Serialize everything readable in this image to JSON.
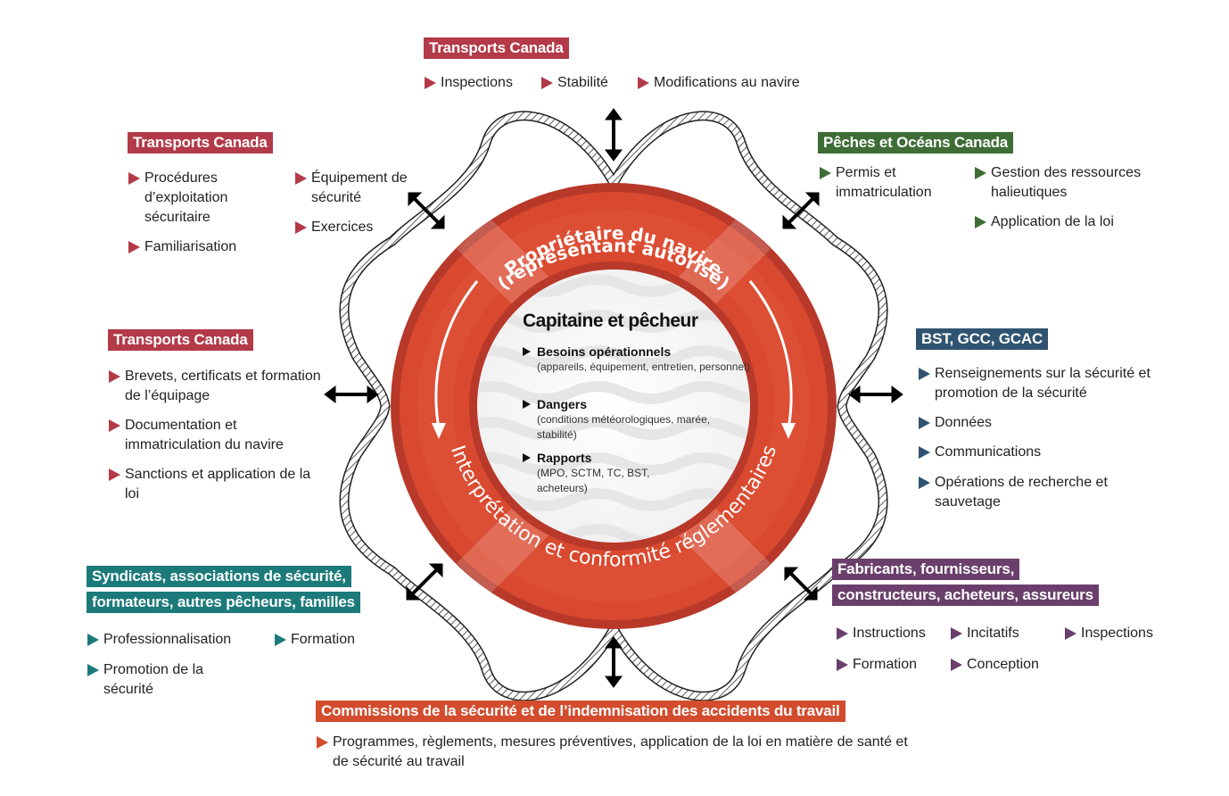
{
  "colors": {
    "transport_red": "#b33a48",
    "dfo_green": "#3e6d36",
    "bst_navy": "#2f5370",
    "union_teal": "#1c7a7a",
    "maker_purple": "#6a3f6b",
    "wsib_orange": "#d24c2d",
    "ring_red": "#d9492f",
    "ring_dark": "#b8392a"
  },
  "ring": {
    "outer_label": "Propriétaire du navire (représentant autorisé)",
    "outer_label_line1": "Propriétaire du navire",
    "outer_label_line2": "(représentant autorisé)",
    "bottom_label": "Interprétation et conformité réglementaires"
  },
  "center": {
    "title": "Capitaine et pêcheur",
    "items": [
      {
        "head": "Besoins opérationnels",
        "detail": "(appareils, équipement, entretien, personnel)"
      },
      {
        "head": "Dangers",
        "detail": "(conditions météorologiques, marée, stabilité)"
      },
      {
        "head": "Rapports",
        "detail": "(MPO, SCTM, TC, BST, acheteurs)"
      }
    ]
  },
  "groups": {
    "top": {
      "title": "Transports Canada",
      "items": [
        "Inspections",
        "Stabilité",
        "Modifications au navire"
      ]
    },
    "top_left": {
      "title": "Transports Canada",
      "items": [
        "Procédures d’exploitation sécuritaire",
        "Familiarisation",
        "Équipement de sécurité",
        "Exercices"
      ]
    },
    "top_right": {
      "title": "Pêches et Océans Canada",
      "items": [
        "Permis et immatriculation",
        "Gestion des ressources halieutiques",
        "Application de la loi"
      ]
    },
    "left": {
      "title": "Transports Canada",
      "items": [
        "Brevets, certificats et formation de l’équipage",
        "Documentation et immatriculation du navire",
        "Sanctions et application de la loi"
      ]
    },
    "right": {
      "title": "BST, GCC, GCAC",
      "items": [
        "Renseignements sur la sécurité et promotion de la sécurité",
        "Données",
        "Communications",
        "Opérations de recherche et sauvetage"
      ]
    },
    "bottom_left": {
      "title_line1": "Syndicats, associations de sécurité,",
      "title_line2": "formateurs, autres pêcheurs, familles",
      "items": [
        "Professionnalisation",
        "Formation",
        "Promotion de la sécurité"
      ]
    },
    "bottom_right": {
      "title_line1": "Fabricants, fournisseurs,",
      "title_line2": "constructeurs, acheteurs, assureurs",
      "items": [
        "Instructions",
        "Incitatifs",
        "Inspections",
        "Formation",
        "Conception"
      ]
    },
    "bottom": {
      "title": "Commissions de la sécurité et de l’indemnisation des accidents du travail",
      "items": [
        "Programmes, règlements, mesures préventives, application de la loi en matière de santé et de sécurité au travail"
      ]
    }
  }
}
